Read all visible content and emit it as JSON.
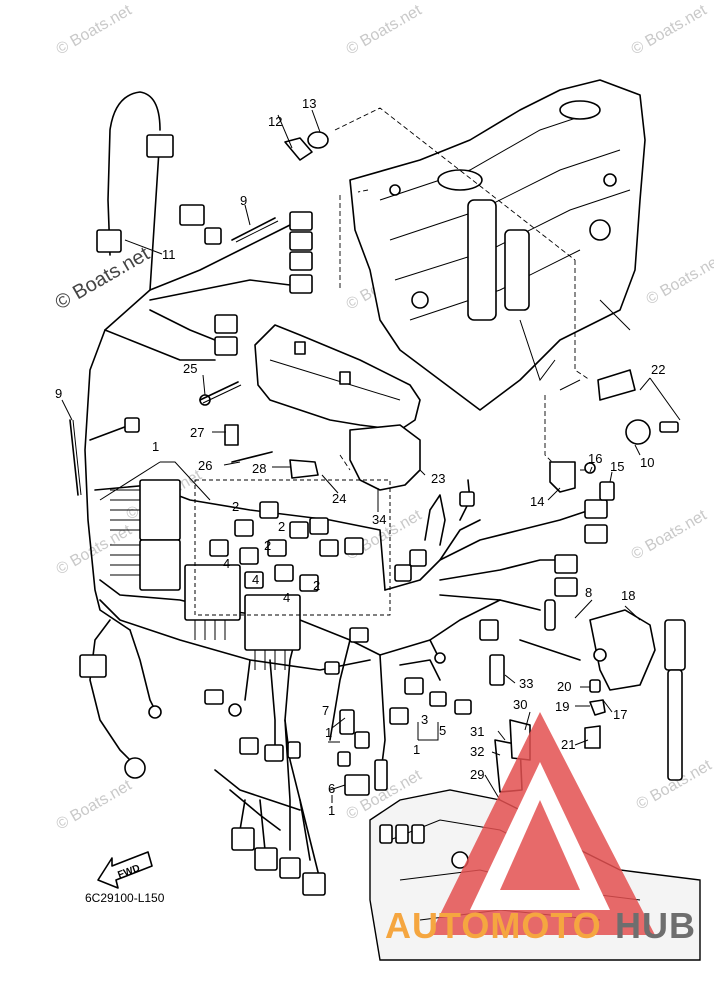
{
  "diagram": {
    "part_code": "6C29100-L150",
    "fwd_label": "FWD",
    "watermark_primary": "© Boats.net",
    "watermarks": [
      "© Boats.net",
      "© Boats.net",
      "© Boats.net",
      "© Boats.net",
      "© Boats.net",
      "© Boats.net",
      "© Boats.net",
      "© Boats.net",
      "© Boats.net",
      "© Boats.net",
      "© Boats.net",
      "© Boats.net"
    ],
    "brand": {
      "part1": "AUTOMOTO",
      "part2": "HUB",
      "color1": "#f5a640",
      "color2": "#6e6e6e",
      "triangle_color": "#e35050"
    },
    "callouts": [
      "1",
      "2",
      "3",
      "4",
      "5",
      "6",
      "7",
      "8",
      "9",
      "10",
      "11",
      "12",
      "13",
      "14",
      "15",
      "16",
      "17",
      "18",
      "19",
      "20",
      "21",
      "22",
      "23",
      "24",
      "25",
      "26",
      "27",
      "28",
      "29",
      "30",
      "31",
      "32",
      "33",
      "34"
    ],
    "callout_labels": {
      "c1a": "1",
      "c1b": "1",
      "c1c": "1",
      "c1d": "1",
      "c2a": "2",
      "c2b": "2",
      "c2c": "2",
      "c2d": "2",
      "c3": "3",
      "c4a": "4",
      "c4b": "4",
      "c4c": "4",
      "c5": "5",
      "c6": "6",
      "c7": "7",
      "c8": "8",
      "c9a": "9",
      "c9b": "9",
      "c10": "10",
      "c11": "11",
      "c12": "12",
      "c13": "13",
      "c14": "14",
      "c15": "15",
      "c16": "16",
      "c17": "17",
      "c18": "18",
      "c19": "19",
      "c20": "20",
      "c21": "21",
      "c22": "22",
      "c23": "23",
      "c24": "24",
      "c25": "25",
      "c26": "26",
      "c27": "27",
      "c28": "28",
      "c29": "29",
      "c30": "30",
      "c31": "31",
      "c32": "32",
      "c33": "33",
      "c34": "34"
    }
  }
}
